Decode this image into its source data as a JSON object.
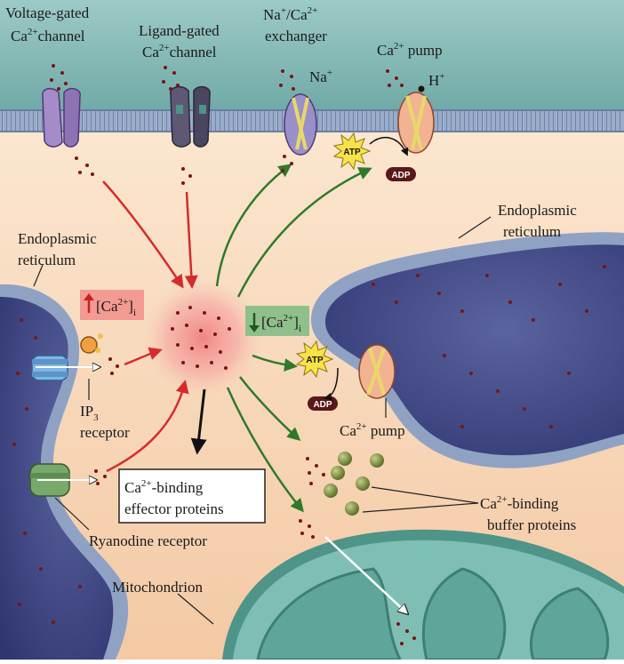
{
  "labels": {
    "vg_line1": "Voltage-gated",
    "vg_ca": "Ca",
    "vg_sup": "2+",
    "vg_channel": "channel",
    "lg_line1": "Ligand-gated",
    "lg_ca": "Ca",
    "lg_sup": "2+",
    "lg_channel": "channel",
    "nx_na": "Na",
    "nx_plus": "+",
    "nx_slash": "/Ca",
    "nx_sup": "2+",
    "nx_line2": "exchanger",
    "na_ion": "Na",
    "na_ion_sup": "+",
    "pump_ca": "Ca",
    "pump_sup": "2+",
    "pump_word": " pump",
    "h_ion": "H",
    "h_ion_sup": "+",
    "er_right_1": "Endoplasmic",
    "er_right_2": "reticulum",
    "er_left_1": "Endoplasmic",
    "er_left_2": "reticulum",
    "up_ca": "[Ca",
    "up_sup": "2+",
    "up_close": "]",
    "up_sub": "i",
    "down_ca": "[Ca",
    "down_sup": "2+",
    "down_close": "]",
    "down_sub": "i",
    "ip3_a": "IP",
    "ip3_sub": "3",
    "ip3_b": "receptor",
    "ryr": "Ryanodine receptor",
    "er_pump_ca": "Ca",
    "er_pump_sup": "2+",
    "er_pump_word": " pump",
    "effector_1a": "Ca",
    "effector_1sup": "2+",
    "effector_1b": "-binding",
    "effector_2": "effector proteins",
    "buffer_1a": "Ca",
    "buffer_1sup": "2+",
    "buffer_1b": "-binding",
    "buffer_2": "buffer proteins",
    "mito": "Mitochondrion",
    "atp_top": "ATP",
    "adp_top": "ADP",
    "atp_er": "ATP",
    "adp_er": "ADP"
  },
  "colors": {
    "extracellular": "#7fb8b4",
    "cytosol": "#f8dcc0",
    "er": "#4a5288",
    "membrane": "#8fa2c4",
    "influx_arrow": "#d42c2c",
    "efflux_arrow": "#2f7a2a",
    "mitochondrion": "#5fa69a"
  }
}
